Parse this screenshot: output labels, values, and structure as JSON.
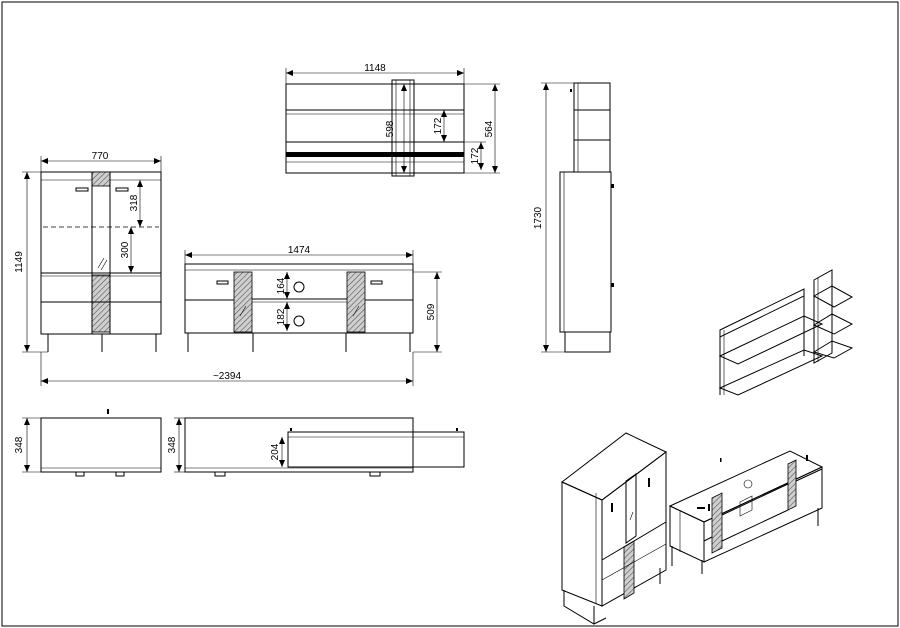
{
  "dimensions": {
    "top_shelf_width": "1148",
    "shelf_height_598": "598",
    "shelf_gap_upper": "172",
    "shelf_total_564": "564",
    "shelf_gap_lower": "172",
    "cabinet_width": "770",
    "cabinet_height": "1149",
    "cabinet_upper": "318",
    "cabinet_mid": "300",
    "tv_width": "1474",
    "tv_upper": "164",
    "tv_lower": "182",
    "tv_height": "509",
    "overall_width": "~2394",
    "side_height": "1730",
    "depth_cabinet": "348",
    "depth_tv": "348",
    "depth_shelf": "204"
  }
}
